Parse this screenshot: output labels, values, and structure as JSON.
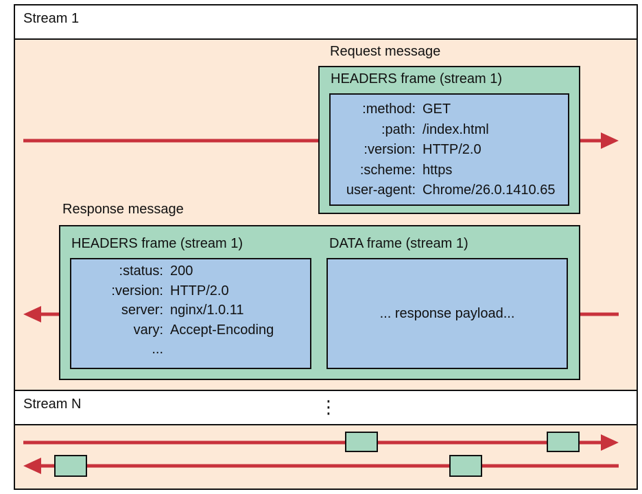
{
  "stream1": {
    "title": "Stream 1"
  },
  "streamN": {
    "title": "Stream N",
    "ellipsis": "⋮"
  },
  "request": {
    "label": "Request message",
    "frame_title": "HEADERS frame (stream 1)",
    "headers": [
      {
        "key": ":method:",
        "value": "GET"
      },
      {
        "key": ":path:",
        "value": "/index.html"
      },
      {
        "key": ":version:",
        "value": "HTTP/2.0"
      },
      {
        "key": ":scheme:",
        "value": "https"
      },
      {
        "key": "user-agent:",
        "value": "Chrome/26.0.1410.65"
      }
    ]
  },
  "response": {
    "label": "Response message",
    "headers_frame_title": "HEADERS frame (stream 1)",
    "headers": [
      {
        "key": ":status:",
        "value": "200"
      },
      {
        "key": ":version:",
        "value": "HTTP/2.0"
      },
      {
        "key": "server:",
        "value": "nginx/1.0.11"
      },
      {
        "key": "vary:",
        "value": "Accept-Encoding"
      },
      {
        "key": "...",
        "value": ""
      }
    ],
    "data_frame_title": "DATA frame (stream 1)",
    "payload": "... response payload..."
  },
  "colors": {
    "arrow": "#c8323c",
    "background": "#fde9d7",
    "frame": "#a7d8c0",
    "inner": "#a9c8e8"
  }
}
